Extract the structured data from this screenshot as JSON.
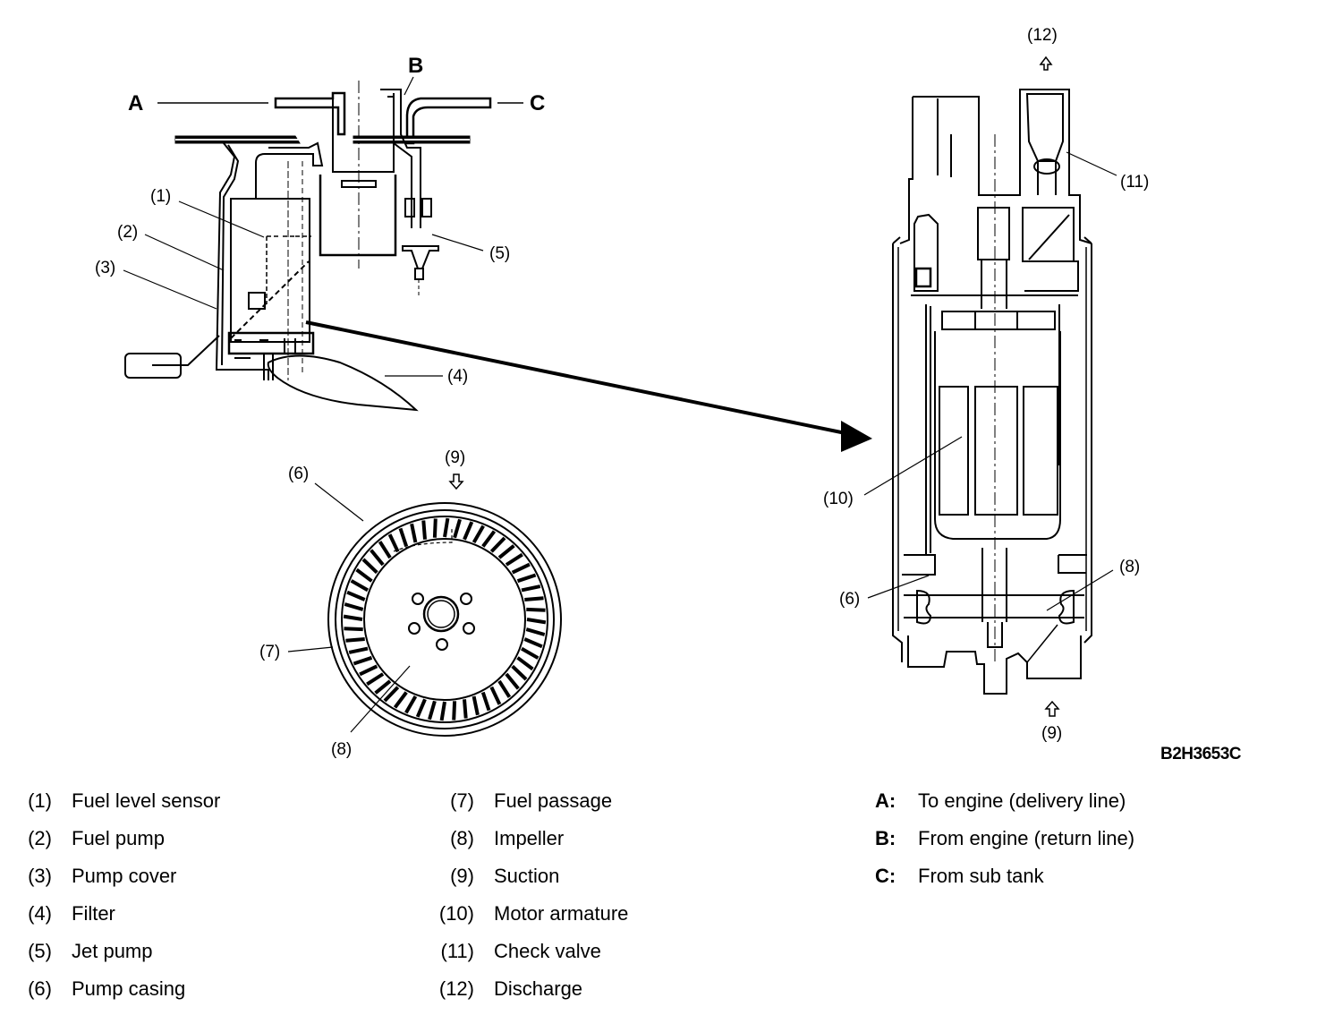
{
  "figure_code": "B2H3653C",
  "callouts": {
    "A": "A",
    "B": "B",
    "C": "C",
    "n1": "(1)",
    "n2": "(2)",
    "n3": "(3)",
    "n4": "(4)",
    "n5": "(5)",
    "n6_casing_view": "(6)",
    "n7": "(7)",
    "n8_casing_view": "(8)",
    "n9_casing_view": "(9)",
    "n10": "(10)",
    "n11": "(11)",
    "n12": "(12)",
    "n6_pump_view": "(6)",
    "n8_pump_view": "(8)",
    "n9_pump_view": "(9)"
  },
  "legend": {
    "numbered_left": [
      {
        "num": "(1)",
        "text": "Fuel level sensor"
      },
      {
        "num": "(2)",
        "text": "Fuel pump"
      },
      {
        "num": "(3)",
        "text": "Pump cover"
      },
      {
        "num": "(4)",
        "text": "Filter"
      },
      {
        "num": "(5)",
        "text": "Jet pump"
      },
      {
        "num": "(6)",
        "text": "Pump casing"
      }
    ],
    "numbered_right": [
      {
        "num": "(7)",
        "text": "Fuel passage"
      },
      {
        "num": "(8)",
        "text": "Impeller"
      },
      {
        "num": "(9)",
        "text": "Suction"
      },
      {
        "num": "(10)",
        "text": "Motor armature"
      },
      {
        "num": "(11)",
        "text": "Check valve"
      },
      {
        "num": "(12)",
        "text": "Discharge"
      }
    ],
    "lettered": [
      {
        "key": "A:",
        "text": "To engine (delivery line)"
      },
      {
        "key": "B:",
        "text": "From engine (return line)"
      },
      {
        "key": "C:",
        "text": "From sub tank"
      }
    ]
  }
}
